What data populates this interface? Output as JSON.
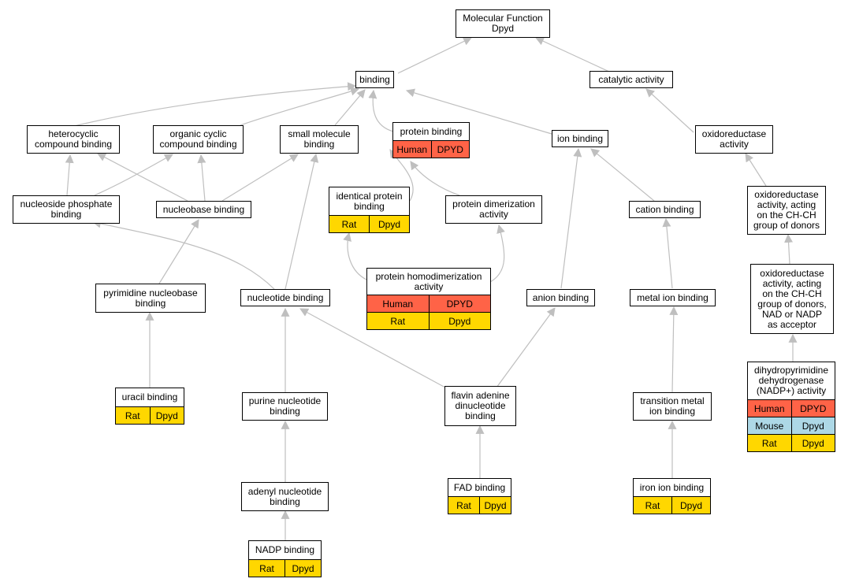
{
  "colors": {
    "human": "#ff6347",
    "mouse": "#add8e6",
    "rat": "#ffd700",
    "edge": "#bfbfbf"
  },
  "nodes": {
    "root": "Molecular Function\nDpyd",
    "binding": "binding",
    "catalytic": "catalytic activity",
    "heterocyclic": "heterocyclic\ncompound binding",
    "organic_cyclic": "organic cyclic\ncompound binding",
    "small_molecule": "small molecule\nbinding",
    "protein_binding": "protein binding",
    "ion_binding": "ion binding",
    "oxidoreductase": "oxidoreductase\nactivity",
    "nucleoside_phosphate": "nucleoside phosphate\nbinding",
    "nucleobase": "nucleobase binding",
    "identical_protein": "identical protein\nbinding",
    "protein_dimerization": "protein dimerization\nactivity",
    "cation_binding": "cation binding",
    "ox_chch": "oxidoreductase\nactivity, acting\non the CH-CH\ngroup of donors",
    "pyrimidine_nucleobase": "pyrimidine nucleobase\nbinding",
    "nucleotide": "nucleotide binding",
    "protein_homodimerization": "protein homodimerization\nactivity",
    "anion_binding": "anion binding",
    "metal_ion": "metal ion binding",
    "ox_chch_nadp": "oxidoreductase\nactivity, acting\non the CH-CH\ngroup of donors,\nNAD or NADP\nas acceptor",
    "dihydropyrimidine": "dihydropyrimidine\ndehydrogenase\n(NADP+) activity",
    "uracil": "uracil binding",
    "purine_nucleotide": "purine nucleotide\nbinding",
    "fad_dinucleotide": "flavin adenine\ndinucleotide\nbinding",
    "transition_metal": "transition metal\nion binding",
    "adenyl": "adenyl nucleotide\nbinding",
    "fad_binding": "FAD binding",
    "iron_ion": "iron ion binding",
    "nadp": "NADP binding"
  },
  "annotations": {
    "protein_binding": [
      [
        "Human",
        "DPYD"
      ]
    ],
    "identical_protein": [
      [
        "Rat",
        "Dpyd"
      ]
    ],
    "protein_homodimerization": [
      [
        "Human",
        "DPYD"
      ],
      [
        "Rat",
        "Dpyd"
      ]
    ],
    "dihydropyrimidine": [
      [
        "Human",
        "DPYD"
      ],
      [
        "Mouse",
        "Dpyd"
      ],
      [
        "Rat",
        "Dpyd"
      ]
    ],
    "uracil": [
      [
        "Rat",
        "Dpyd"
      ]
    ],
    "fad_binding": [
      [
        "Rat",
        "Dpyd"
      ]
    ],
    "iron_ion": [
      [
        "Rat",
        "Dpyd"
      ]
    ],
    "nadp": [
      [
        "Rat",
        "Dpyd"
      ]
    ]
  }
}
